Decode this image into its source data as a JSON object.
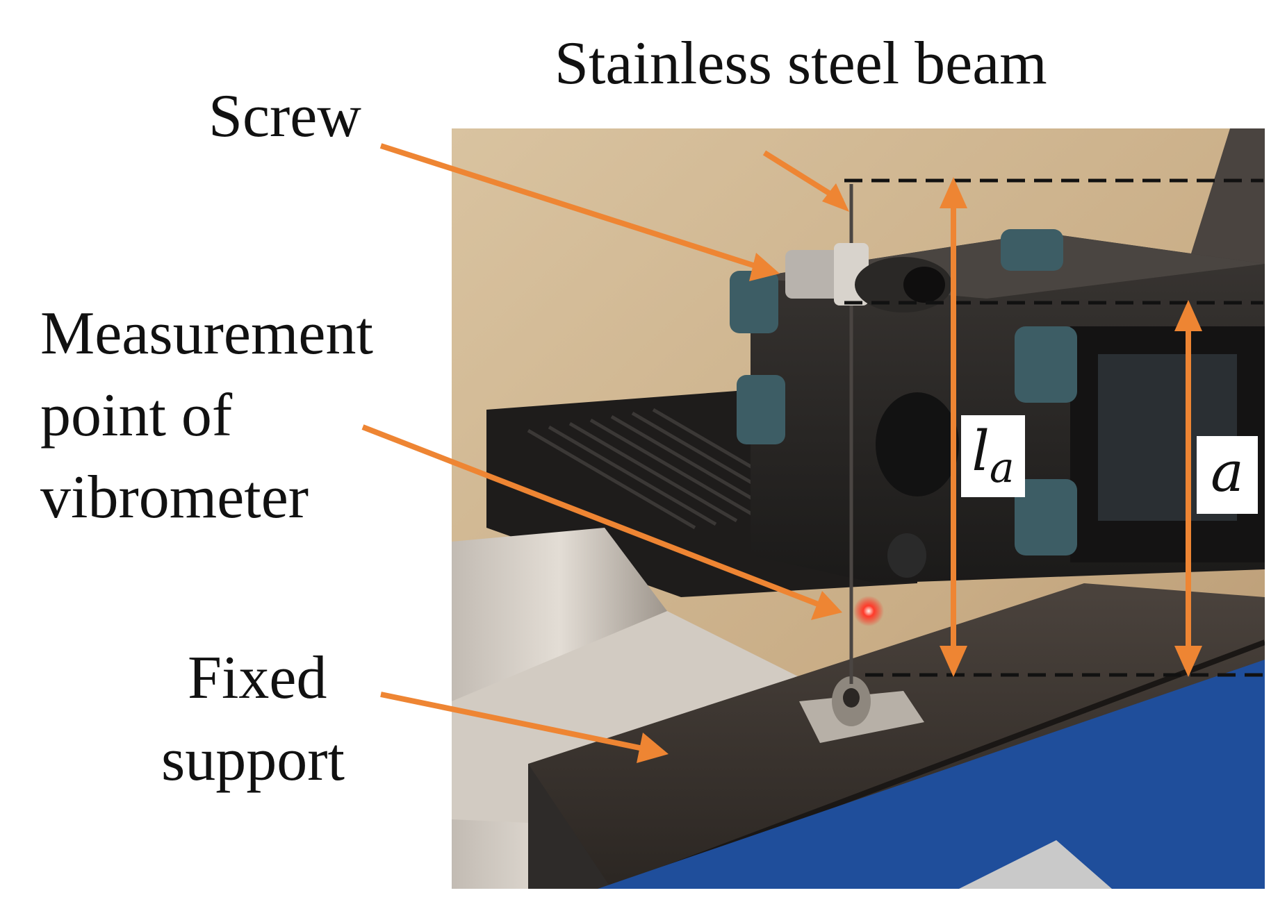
{
  "labels": {
    "beam": "Stainless steel beam",
    "screw": "Screw",
    "measurement_lines": [
      "Measurement",
      "point of",
      "vibrometer"
    ],
    "support_lines": [
      "Fixed",
      "support"
    ]
  },
  "dimensions": {
    "la_base": "l",
    "la_sub": "a",
    "a": "a"
  },
  "colors": {
    "arrow": "#ee8533",
    "dashed_line": "#111111",
    "background": "#ffffff"
  }
}
